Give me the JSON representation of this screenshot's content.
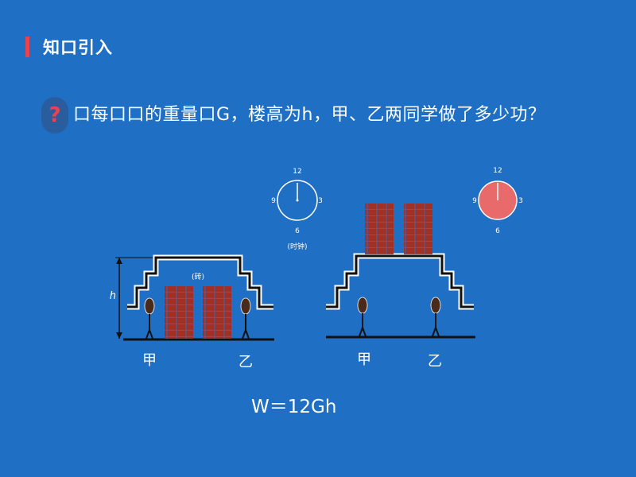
{
  "header": {
    "title": "知口引入"
  },
  "question": {
    "icon": "question-mark-icon",
    "mark": "?",
    "text": "口每口口的重量口G，楼高为h，甲、乙两同学做了多少功？"
  },
  "diagram": {
    "clock_left": {
      "n12": "12",
      "n3": "3",
      "n6": "6",
      "n9": "9",
      "caption": "(时钟)"
    },
    "clock_right": {
      "n12": "12",
      "n3": "3",
      "n6": "6",
      "n9": "9"
    },
    "brick_caption": "(砖)",
    "height_label": "h",
    "person_a": "甲",
    "person_b": "乙",
    "person_a_right": "甲",
    "person_b_right": "乙"
  },
  "formula": "W＝12Gh",
  "colors": {
    "background": "#1f6fc4",
    "accent": "#e8434f",
    "brick": "#a0302a",
    "clock_fill": "#e86a6a"
  }
}
